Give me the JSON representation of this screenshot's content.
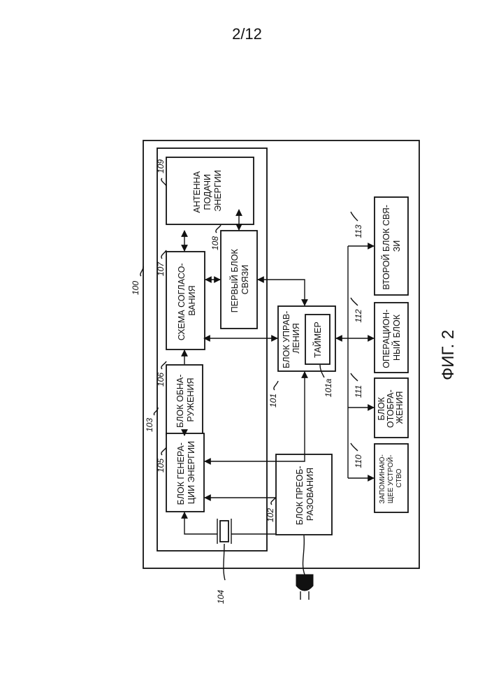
{
  "page_number": "2/12",
  "figure_label": "ФИГ. 2",
  "blocks": {
    "b109": {
      "lines": [
        "АНТЕННА",
        "ПОДАЧИ",
        "ЭНЕРГИИ"
      ],
      "ref": "109"
    },
    "b107": {
      "lines": [
        "СХЕМА СОГЛАСО-",
        "ВАНИЯ"
      ],
      "ref": "107"
    },
    "b108": {
      "lines": [
        "ПЕРВЫЙ БЛОК",
        "СВЯЗИ"
      ],
      "ref": "108"
    },
    "b106": {
      "lines": [
        "БЛОК ОБНА-",
        "РУЖЕНИЯ"
      ],
      "ref": "106"
    },
    "b105": {
      "lines": [
        "БЛОК ГЕНЕРА-",
        "ЦИИ ЭНЕРГИИ"
      ],
      "ref": "105"
    },
    "b102": {
      "lines": [
        "БЛОК ПРЕОБ-",
        "РАЗОВАНИЯ"
      ],
      "ref": "102"
    },
    "b101": {
      "lines": [
        "БЛОК УПРАВ-",
        "ЛЕНИЯ"
      ],
      "ref": "101"
    },
    "b101a": {
      "lines": [
        "ТАЙМЕР"
      ],
      "ref": "101a"
    },
    "b113": {
      "lines": [
        "ВТОРОЙ БЛОК СВЯ-",
        "ЗИ"
      ],
      "ref": "113"
    },
    "b112": {
      "lines": [
        "ОПЕРАЦИОН-",
        "НЫЙ БЛОК"
      ],
      "ref": "112"
    },
    "b111": {
      "lines": [
        "БЛОК",
        "ОТОБРА-",
        "ЖЕНИЯ"
      ],
      "ref": "111"
    },
    "b110": {
      "lines": [
        "ЗАПОМИНАЮ-",
        "ЩЕЕ УСТРОЙ-",
        "СТВО"
      ],
      "ref": "110"
    }
  },
  "refs": {
    "outer": "100",
    "inner": "103",
    "capacitor": "104"
  }
}
